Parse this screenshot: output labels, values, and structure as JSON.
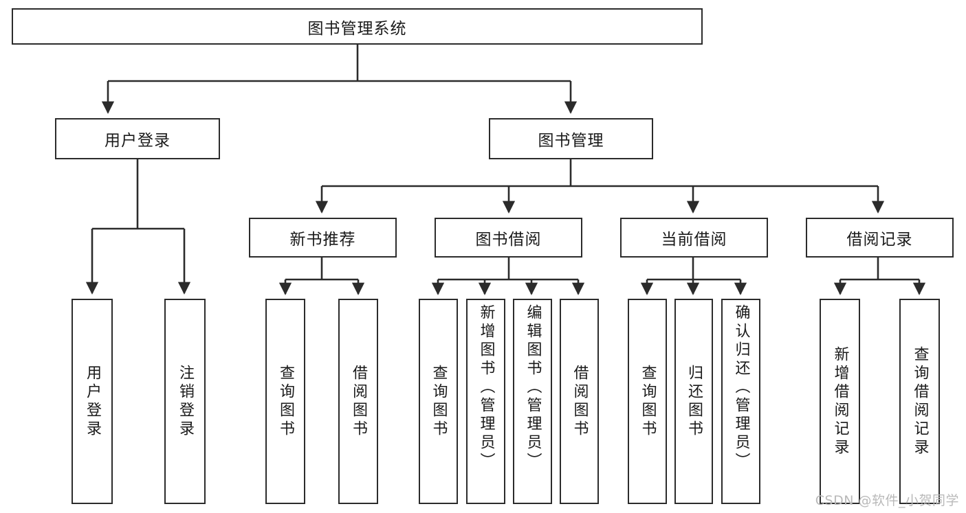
{
  "diagram": {
    "title": "图书管理系统",
    "watermark": "CSDN @软件_小贺同学",
    "colors": {
      "stroke": "#2b2b2b",
      "background": "#ffffff",
      "text": "#1a1a1a",
      "watermark": "#b9b9b9"
    },
    "root": {
      "label": "图书管理系统"
    },
    "level2": [
      {
        "label": "用户登录"
      },
      {
        "label": "图书管理"
      }
    ],
    "level3": [
      {
        "label": "新书推荐"
      },
      {
        "label": "图书借阅"
      },
      {
        "label": "当前借阅"
      },
      {
        "label": "借阅记录"
      }
    ],
    "leaves": {
      "user_login": [
        {
          "label": "用户登录"
        },
        {
          "label": "注销登录"
        }
      ],
      "new_book_recommend": [
        {
          "label": "查询图书"
        },
        {
          "label": "借阅图书"
        }
      ],
      "book_borrow": [
        {
          "label": "查询图书"
        },
        {
          "label": "新增图书（管理员）"
        },
        {
          "label": "编辑图书（管理员）"
        },
        {
          "label": "借阅图书"
        }
      ],
      "current_borrow": [
        {
          "label": "查询图书"
        },
        {
          "label": "归还图书"
        },
        {
          "label": "确认归还（管理员）"
        }
      ],
      "borrow_record": [
        {
          "label": "新增借阅记录"
        },
        {
          "label": "查询借阅记录"
        }
      ]
    }
  }
}
